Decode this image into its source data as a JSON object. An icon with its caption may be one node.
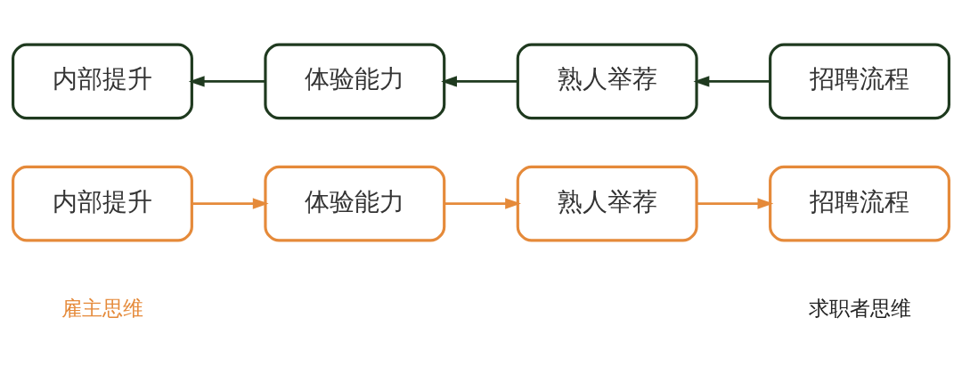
{
  "diagram": {
    "nodes": [
      {
        "text": [
          "内部提升"
        ]
      },
      {
        "text": [
          "体验能力"
        ]
      },
      {
        "text": [
          "熟人举荐"
        ]
      },
      {
        "text": [
          "招聘流程"
        ]
      },
      {
        "text": [
          "内部提升"
        ]
      },
      {
        "text": [
          "体验能力"
        ]
      },
      {
        "text": [
          "熟人举荐"
        ]
      },
      {
        "text": [
          "招聘流程"
        ]
      }
    ],
    "edges": [
      {
        "from": 0,
        "to": 1,
        "arrow": "to",
        "color": "#e58a3a"
      },
      {
        "from": 1,
        "to": 2,
        "arrow": "to",
        "color": "#e58a3a"
      },
      {
        "from": 2,
        "to": 3,
        "arrow": "to",
        "color": "#e58a3a"
      },
      {
        "from": 7,
        "to": 6,
        "arrow": "to",
        "color": "#1f3a1f"
      },
      {
        "from": 6,
        "to": 5,
        "arrow": "to",
        "color": "#1f3a1f"
      },
      {
        "from": 5,
        "to": 4,
        "arrow": "to",
        "color": "#1f3a1f"
      }
    ],
    "labels": [
      "雇主思维",
      "求职者思维"
    ]
  }
}
